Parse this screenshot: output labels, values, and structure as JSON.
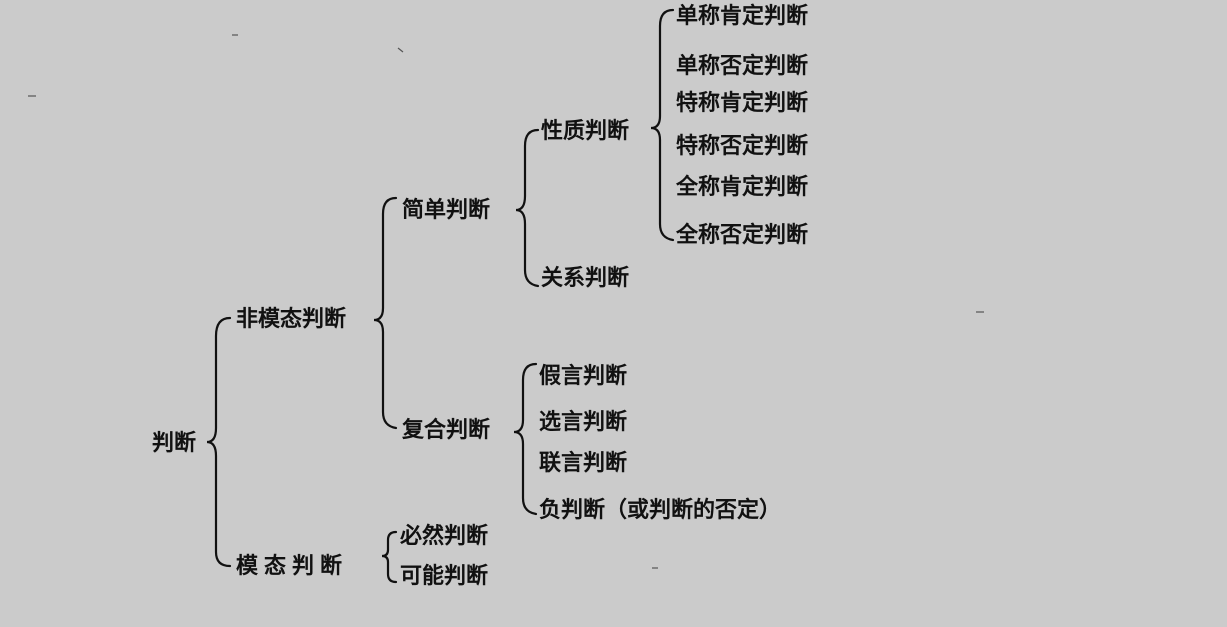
{
  "root": "判断",
  "non_modal": {
    "label": "非模态判断",
    "simple": {
      "label": "简单判断",
      "property": {
        "label": "性质判断",
        "items": [
          "单称肯定判断",
          "单称否定判断",
          "特称肯定判断",
          "特称否定判断",
          "全称肯定判断",
          "全称否定判断"
        ]
      },
      "relation": "关系判断"
    },
    "compound": {
      "label": "复合判断",
      "items": [
        "假言判断",
        "选言判断",
        "联言判断",
        "负判断（或判断的否定）"
      ]
    }
  },
  "modal": {
    "label": "模态判断",
    "items": [
      "必然判断",
      "可能判断"
    ]
  },
  "colors": {
    "background": "#cbcbcb",
    "ink": "#111111"
  }
}
